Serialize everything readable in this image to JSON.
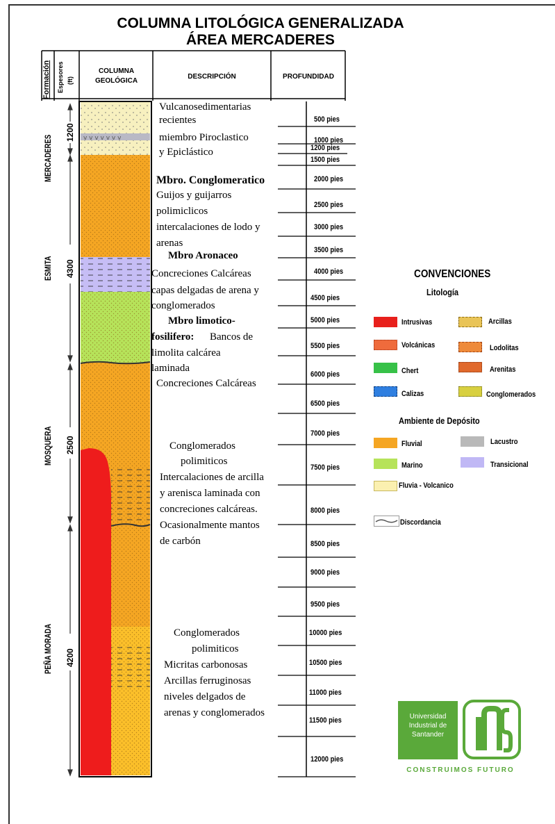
{
  "title": {
    "line1": "COLUMNA LITOLÓGICA GENERALIZADA",
    "line2": "ÁREA MERCADERES"
  },
  "headers": {
    "formacion": "Formación",
    "espesores": "Espesores",
    "ft": "(ft)",
    "columna": "COLUMNA",
    "geologica": "GEOLÓGICA",
    "descripcion": "DESCRIPCIÓN",
    "profundidad": "PROFUNDIDAD"
  },
  "formations": [
    {
      "name": "MERCADERES",
      "thickness": "1200"
    },
    {
      "name": "ESMITA",
      "thickness": "4300"
    },
    {
      "name": "MOSQUERA",
      "thickness": "2500"
    },
    {
      "name": "PEÑA MORADA",
      "thickness": "4200"
    }
  ],
  "descriptions": [
    {
      "text": "Vulcanosedimentarias",
      "bold": false
    },
    {
      "text": "recientes",
      "bold": false
    },
    {
      "text": "miembro Piroclastico",
      "bold": false
    },
    {
      "text": "y Epiclástico",
      "bold": false
    },
    {
      "text": "Mbro. Conglomeratico",
      "bold": true
    },
    {
      "text": "Guijos y guijarros",
      "bold": false
    },
    {
      "text": "polimiclicos",
      "bold": false
    },
    {
      "text": "intercalaciones de lodo y",
      "bold": false
    },
    {
      "text": "arenas",
      "bold": false
    },
    {
      "text": "Mbro Aronaceo",
      "bold": true
    },
    {
      "text": "Concreciones Calcáreas",
      "bold": false
    },
    {
      "text": "capas delgadas de arena y",
      "bold": false
    },
    {
      "text": "conglomerados",
      "bold": false
    },
    {
      "text": "Mbro limotico-",
      "bold": true
    },
    {
      "text": "fosilifero:",
      "bold": true
    },
    {
      "text": "Bancos de",
      "bold": false
    },
    {
      "text": "limolita calcárea",
      "bold": false
    },
    {
      "text": "laminada",
      "bold": false
    },
    {
      "text": "Concreciones Calcáreas",
      "bold": false
    },
    {
      "text": "Conglomerados",
      "bold": false
    },
    {
      "text": "polimiticos",
      "bold": false
    },
    {
      "text": "Intercalaciones de arcilla",
      "bold": false
    },
    {
      "text": "y arenisca laminada con",
      "bold": false
    },
    {
      "text": "concreciones calcáreas.",
      "bold": false
    },
    {
      "text": "Ocasionalmente mantos",
      "bold": false
    },
    {
      "text": "de carbón",
      "bold": false
    },
    {
      "text": "Conglomerados",
      "bold": false
    },
    {
      "text": "polimiticos",
      "bold": false
    },
    {
      "text": "Micritas carbonosas",
      "bold": false
    },
    {
      "text": "Arcillas ferruginosas",
      "bold": false
    },
    {
      "text": "niveles delgados de",
      "bold": false
    },
    {
      "text": "arenas y conglomerados",
      "bold": false
    }
  ],
  "depths": [
    "500 pies",
    "1000 pies",
    "1200 pies",
    "1500 pies",
    "2000 pies",
    "2500 pies",
    "3000 pies",
    "3500 pies",
    "4000 pies",
    "4500 pies",
    "5000 pies",
    "5500 pies",
    "6000 pies",
    "6500 pies",
    "7000 pies",
    "7500 pies",
    "8000 pies",
    "8500 pies",
    "9000 pies",
    "9500 pies",
    "10000 pies",
    "10500 pies",
    "11000 pies",
    "11500 pies",
    "12000 pies"
  ],
  "conventions": {
    "title": "CONVENCIONES",
    "litologia_title": "Litología",
    "litologia": [
      {
        "label": "Intrusivas",
        "color": "#e8201c"
      },
      {
        "label": "Arcillas",
        "color": "#e9c457"
      },
      {
        "label": "Volcánicas",
        "color": "#ef6b3c"
      },
      {
        "label": "Lodolitas",
        "color": "#ee8a3a"
      },
      {
        "label": "Chert",
        "color": "#37c148"
      },
      {
        "label": "Arenitas",
        "color": "#e0692c"
      },
      {
        "label": "Calizas",
        "color": "#2f7fe0"
      },
      {
        "label": "Conglomerados",
        "color": "#d8d040"
      }
    ],
    "ambiente_title": "Ambiente de Depósito",
    "ambiente": [
      {
        "label": "Fluvial",
        "color": "#f5a623"
      },
      {
        "label": "Lacustro",
        "color": "#b9b9b9"
      },
      {
        "label": "Marino",
        "color": "#b6e35a"
      },
      {
        "label": "Transicional",
        "color": "#c0b8f5"
      },
      {
        "label": "Fluvia - Volcanico",
        "color": "#fbf0b0"
      }
    ],
    "discordancia": "Discordancia"
  },
  "logo": {
    "line1": "Universidad",
    "line2": "Industrial de",
    "line3": "Santander",
    "slogan": "CONSTRUIMOS FUTURO",
    "color": "#5aa93a"
  }
}
